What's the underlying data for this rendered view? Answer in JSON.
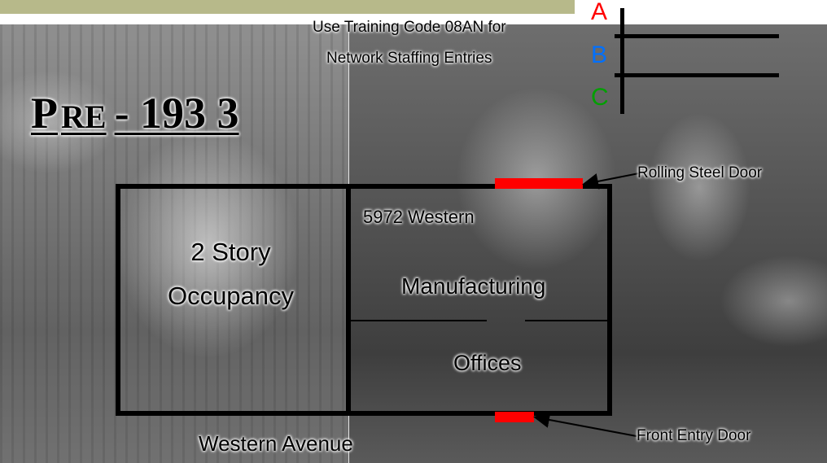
{
  "header": {
    "training_line1": "Use Training Code 08AN for",
    "training_line2": "Network Staffing Entries"
  },
  "title": {
    "lead": "P",
    "mid": "RE",
    "tail": "- 193 3"
  },
  "compass": {
    "side_a": "A",
    "side_b": "B",
    "side_c": "C",
    "color_a": "#ff0000",
    "color_b": "#0070ff",
    "color_c": "#00a000"
  },
  "floorplan": {
    "left_bay_line1": "2 Story",
    "left_bay_line2": "Occupancy",
    "address": "5972 Western",
    "upper_room": "Manufacturing",
    "lower_room": "Offices",
    "street": "Western Avenue",
    "rear_door_label": "Rolling Steel Door",
    "front_door_label": "Front Entry Door",
    "door_color": "#ff0000"
  },
  "theme": {
    "top_bar_color": "#b7b98a"
  }
}
